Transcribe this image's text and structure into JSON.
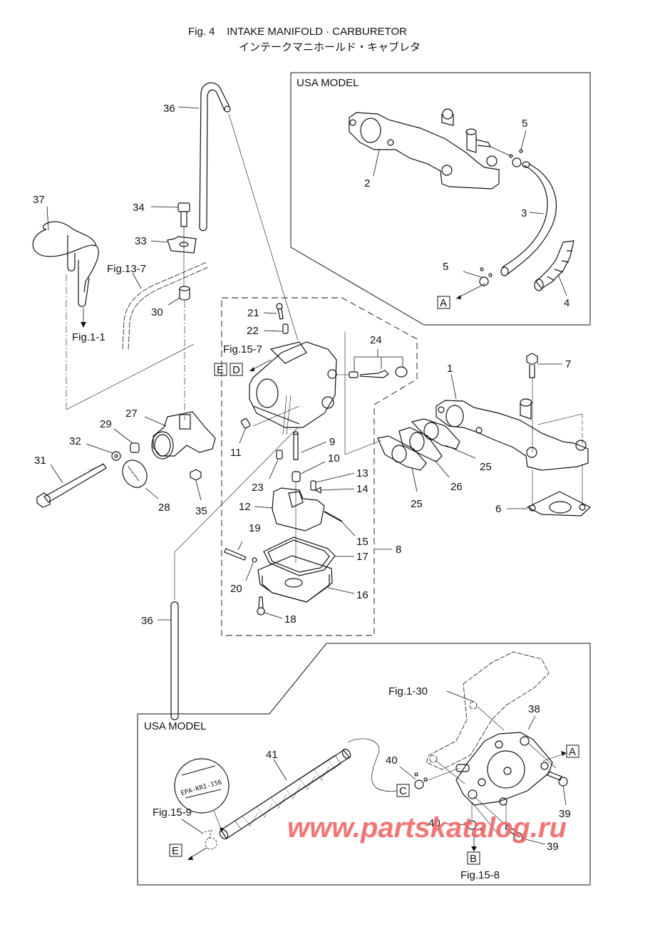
{
  "title": {
    "figure": "Fig. 4",
    "english": "INTAKE MANIFOLD · CARBURETOR",
    "japanese": "インテークマニホールド・キャブレタ"
  },
  "panels": {
    "top_usa_model": "USA MODEL",
    "bottom_usa_model": "USA MODEL"
  },
  "callouts": {
    "p1": "1",
    "p2": "2",
    "p3": "3",
    "p4": "4",
    "p5a": "5",
    "p5b": "5",
    "p6": "6",
    "p7": "7",
    "p8": "8",
    "p9": "9",
    "p10": "10",
    "p11": "11",
    "p12": "12",
    "p13": "13",
    "p14": "14",
    "p15": "15",
    "p16": "16",
    "p17": "17",
    "p18": "18",
    "p19": "19",
    "p20": "20",
    "p21": "21",
    "p22": "22",
    "p23": "23",
    "p24": "24",
    "p25a": "25",
    "p25b": "25",
    "p26": "26",
    "p27": "27",
    "p28": "28",
    "p29": "29",
    "p30": "30",
    "p31": "31",
    "p32": "32",
    "p33": "33",
    "p34": "34",
    "p35": "35",
    "p36a": "36",
    "p36b": "36",
    "p37": "37",
    "p38": "38",
    "p39a": "39",
    "p39b": "39",
    "p40a": "40",
    "p40b": "40",
    "p41": "41"
  },
  "references": {
    "fig_13_7": "Fig.13-7",
    "fig_1_1": "Fig.1-1",
    "fig_15_7": "Fig.15-7",
    "fig_15_9": "Fig.15-9",
    "fig_1_30": "Fig.1-30",
    "fig_15_8": "Fig.15-8"
  },
  "connectors": {
    "A_top": "A",
    "A_bottom": "A",
    "B": "B",
    "C": "C",
    "D": "D",
    "E_top": "E",
    "E_bottom": "E"
  },
  "hose_marking": "EPA-KRI-156",
  "watermark": "www.partskatalog.ru"
}
